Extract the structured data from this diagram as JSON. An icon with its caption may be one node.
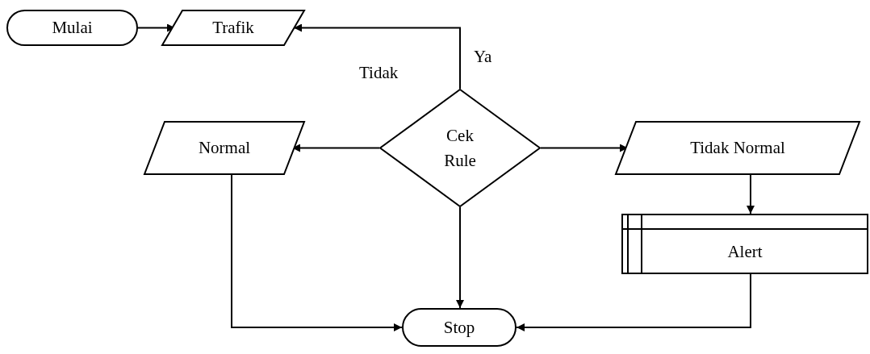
{
  "diagram": {
    "nodes": [
      {
        "text": [
          "Mulai"
        ]
      },
      {
        "text": [
          "Trafik"
        ]
      },
      {
        "text": [
          "Normal"
        ]
      },
      {
        "text": [
          "Cek Rule"
        ]
      },
      {
        "text": [
          "Tidak Normal"
        ]
      },
      {
        "text": [
          "Alert"
        ]
      },
      {
        "text": [
          "Stop"
        ]
      }
    ],
    "edges": [
      {
        "from": 0,
        "to": 1,
        "arrow": "to"
      },
      {
        "from": 3,
        "to": 1,
        "arrow": "to",
        "label": "Ya"
      },
      {
        "from": 3,
        "to": 2,
        "arrow": "to"
      },
      {
        "from": 3,
        "to": 4,
        "arrow": "to"
      },
      {
        "from": 4,
        "to": 5,
        "arrow": "to"
      },
      {
        "from": 3,
        "to": 6,
        "arrow": "to"
      },
      {
        "from": 2,
        "to": 6,
        "arrow": "to"
      },
      {
        "from": 5,
        "to": 6,
        "arrow": "to"
      }
    ],
    "labels": [
      "Tidak"
    ]
  }
}
